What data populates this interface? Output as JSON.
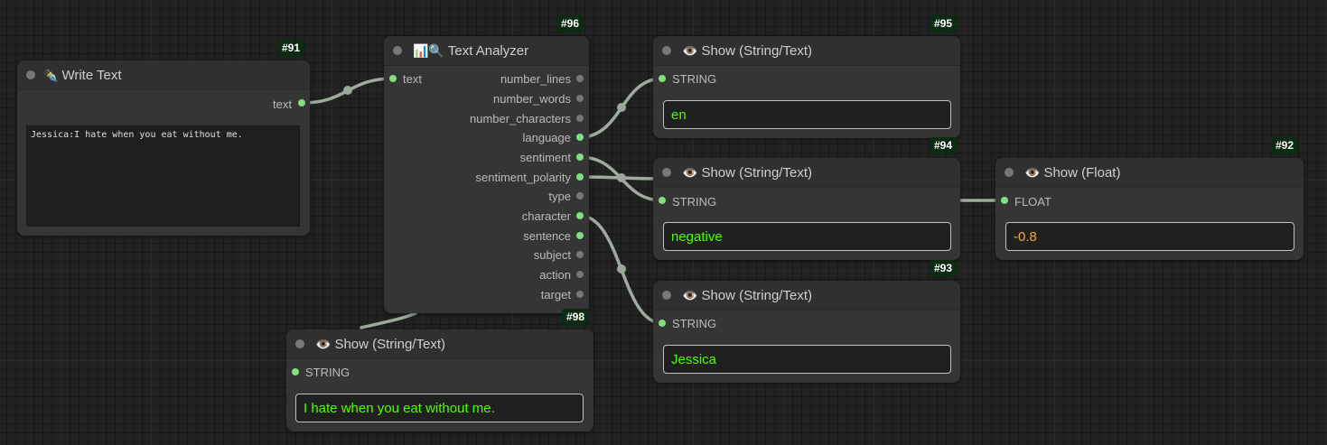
{
  "colors": {
    "canvas": "#222222",
    "node_body": "#353535",
    "node_header": "#303030",
    "badge_bg": "#0d2a12",
    "connected_slot": "#7fe07f",
    "unconnected_slot": "#777777",
    "link": "#b4c3b4",
    "string_value": "#4cff00",
    "float_value": "#f2a93b"
  },
  "nodes": {
    "write_text": {
      "id": "#91",
      "icon": "pen-icon",
      "icon_glyph": "✒️",
      "title": "Write Text",
      "output": "text",
      "text": "Jessica:I hate when you eat without me."
    },
    "text_analyzer": {
      "id": "#96",
      "icon": "chart-magnifier-icon",
      "icon_glyph": "📊🔍",
      "title": "Text Analyzer",
      "input": "text",
      "outputs": [
        "number_lines",
        "number_words",
        "number_characters",
        "language",
        "sentiment",
        "sentiment_polarity",
        "type",
        "character",
        "sentence",
        "subject",
        "action",
        "target"
      ]
    },
    "show_95": {
      "id": "#95",
      "icon": "eye-icon",
      "icon_glyph": "👁️",
      "title": "Show (String/Text)",
      "input": "STRING",
      "value": "en"
    },
    "show_94": {
      "id": "#94",
      "icon": "eye-icon",
      "icon_glyph": "👁️",
      "title": "Show (String/Text)",
      "input": "STRING",
      "value": "negative"
    },
    "show_93": {
      "id": "#93",
      "icon": "eye-icon",
      "icon_glyph": "👁️",
      "title": "Show (String/Text)",
      "input": "STRING",
      "value": "Jessica"
    },
    "show_92": {
      "id": "#92",
      "icon": "eye-icon",
      "icon_glyph": "👁️",
      "title": "Show (Float)",
      "input": "FLOAT",
      "value": "-0.8"
    },
    "show_98": {
      "id": "#98",
      "icon": "eye-icon",
      "icon_glyph": "👁️",
      "title": "Show (String/Text)",
      "input": "STRING",
      "value": "I hate when you eat without me."
    }
  }
}
